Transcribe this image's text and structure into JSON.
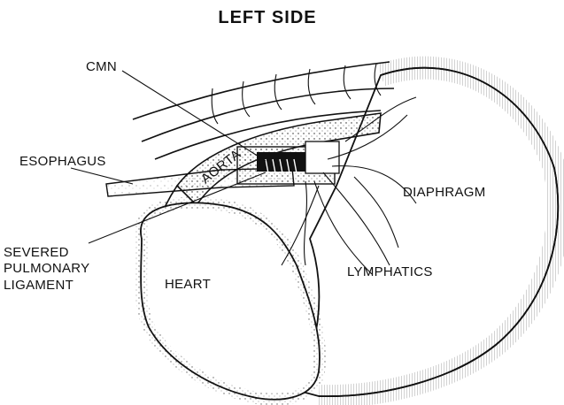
{
  "title": "LEFT SIDE",
  "labels": {
    "cmn": "CMN",
    "esophagus": "ESOPHAGUS",
    "aorta": "AORTA",
    "diaphragm": "DIAPHRAGM",
    "severed_1": "SEVERED",
    "severed_2": "PULMONARY",
    "severed_3": "LIGAMENT",
    "heart": "HEART",
    "lymphatics": "LYMPHATICS"
  }
}
